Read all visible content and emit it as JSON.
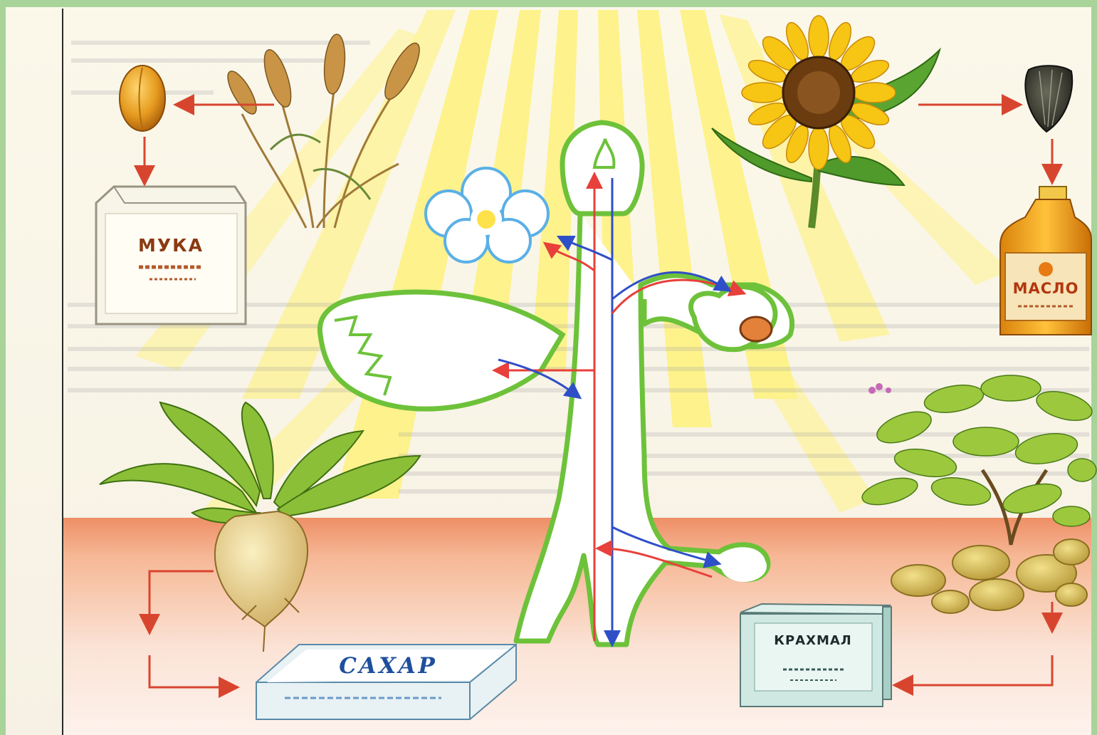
{
  "products": {
    "flour_label": "МУКА",
    "oil_label": "МАСЛО",
    "sugar_label": "САХАР",
    "starch_label": "КРАХМАЛ"
  },
  "colors": {
    "frame": "#a8d49a",
    "sky": "#fdfbee",
    "soil": "#f09a72",
    "sun_rays": "#fff07a",
    "plant_outline": "#6dc23a",
    "flow_up": "#e8403a",
    "flow_down": "#2f4fc8",
    "arrow": "#d8452f"
  }
}
